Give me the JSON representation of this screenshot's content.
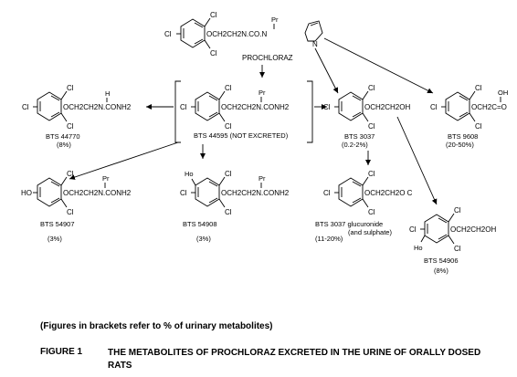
{
  "diagram": {
    "top": {
      "formula": "OCH2CH2N.CO.N",
      "pr": "Pr",
      "sub_cl_a": "Cl",
      "sub_cl_b": "Cl",
      "sub_cl_c": "Cl",
      "name": "PROCHLORAZ"
    },
    "c44770": {
      "formula": "OCH2CH2N.CONH2",
      "h": "H",
      "code": "BTS 44770",
      "pct": "(8%)"
    },
    "c44595": {
      "formula": "OCH2CH2N.CONH2",
      "pr": "Pr",
      "code": "BTS 44595 (NOT EXCRETED)"
    },
    "c3037": {
      "formula": "OCH2CH2OH",
      "code": "BTS 3037",
      "pct": "(0.2-2%)"
    },
    "c9608": {
      "formula": "OCH2C=O",
      "oh": "OH",
      "code": "BTS 9608",
      "pct": "(20-50%)"
    },
    "c54907": {
      "formula": "OCH2CH2N.CONH2",
      "pr": "Pr",
      "ho": "HO",
      "code": "BTS 54907",
      "pct": "(3%)"
    },
    "c54908": {
      "formula": "OCH2CH2N.CONH2",
      "pr": "Pr",
      "ho": "Ho",
      "code": "BTS 54908",
      "pct": "(3%)"
    },
    "gluc": {
      "formula": "OCH2CH2O C",
      "code": "BTS 3037 glucuronide",
      "pct": "(11-20%)",
      "extra": "(and sulphate)"
    },
    "c54906": {
      "formula": "OCH2CH2OH",
      "ho": "Ho",
      "code": "BTS 54906",
      "pct": "(8%)"
    },
    "cl": "Cl",
    "n": "N"
  },
  "footnote": "(Figures in brackets refer to % of urinary metabolites)",
  "figure": {
    "label": "FIGURE 1",
    "title": "THE METABOLITES OF PROCHLORAZ EXCRETED IN THE URINE OF ORALLY DOSED RATS"
  }
}
